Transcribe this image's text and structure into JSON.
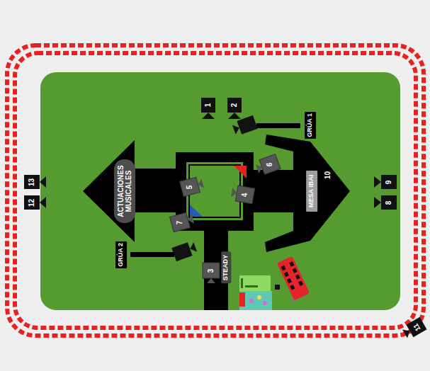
{
  "diagram": {
    "nodes": [
      {
        "text": [
          "GRÚA 1"
        ]
      },
      {
        "text": [
          "ACTUACIONES MUSICALES"
        ]
      },
      {
        "text": [
          "MESA IBAI"
        ]
      },
      {
        "text": [
          "GRÚA 2"
        ]
      },
      {
        "text": [
          "STEADY"
        ]
      }
    ],
    "labels": [
      "1",
      "2",
      "13",
      "12",
      "5",
      "6",
      "4",
      "10",
      "9",
      "8",
      "7",
      "3",
      "11"
    ]
  }
}
